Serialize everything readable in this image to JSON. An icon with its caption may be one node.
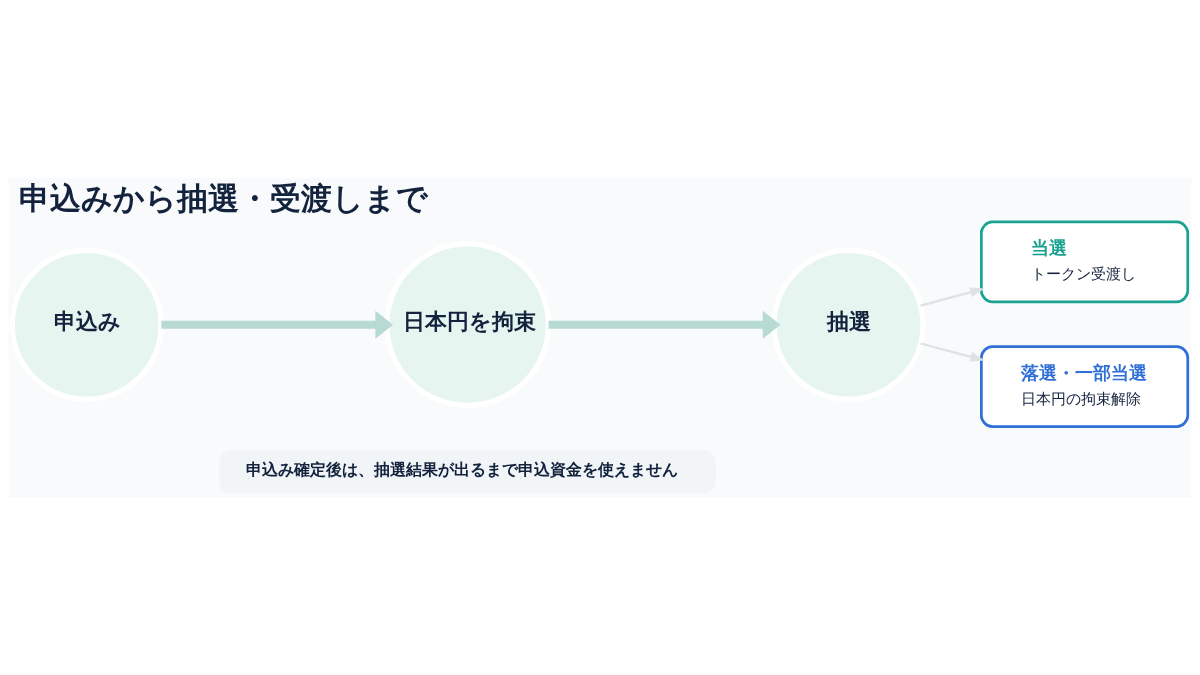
{
  "diagram": {
    "title": "申込みから抽選・受渡しまで",
    "nodes": [
      {
        "text": [
          "申込み"
        ]
      },
      {
        "text": [
          "日本円を拘束"
        ]
      },
      {
        "text": [
          "抽選"
        ]
      },
      {
        "text": [
          "当選",
          "トークン受渡し"
        ]
      },
      {
        "text": [
          "落選・一部当選",
          "日本円の拘束解除"
        ]
      }
    ],
    "edges": [
      {
        "from": 0,
        "to": 1,
        "arrow": "to",
        "style": "thick"
      },
      {
        "from": 1,
        "to": 2,
        "arrow": "to",
        "style": "thick"
      },
      {
        "from": 2,
        "to": 3,
        "arrow": "to",
        "color": "#dde2e5"
      },
      {
        "from": 2,
        "to": 4,
        "arrow": "to",
        "color": "#dde2e5"
      }
    ],
    "labels": [
      "申込み確定後は、抽選結果が出るまで申込資金を使えません"
    ]
  }
}
